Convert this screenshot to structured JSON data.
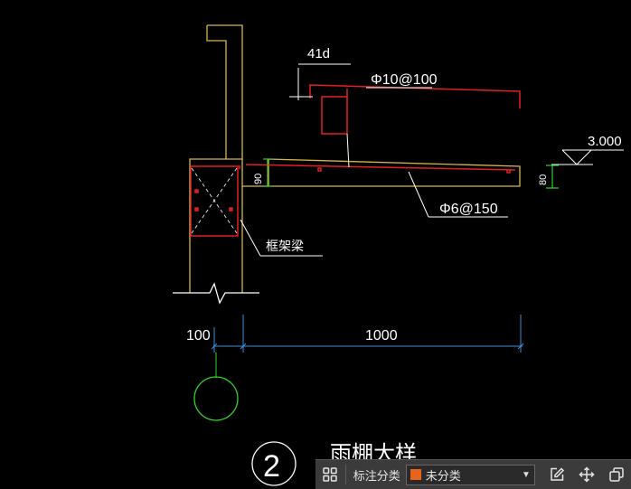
{
  "drawing": {
    "anchor_dim": "41d",
    "top_rebar": "Φ10@100",
    "bottom_rebar": "Φ6@150",
    "elevation": "3.000",
    "root_thickness": "90",
    "tip_thickness": "80",
    "beam_label": "框架梁",
    "dim_wall": "100",
    "dim_canopy": "1000",
    "detail_number": "2",
    "detail_title": "雨棚大样"
  },
  "toolbar": {
    "grid_icon": "grid-icon",
    "label": "标注分类",
    "category_value": "未分类",
    "category_color": "#e8641a",
    "edit_icon": "edit-icon",
    "move_icon": "move-icon",
    "copy_icon": "copy-icon"
  },
  "colors": {
    "wall": "#d6b74a",
    "rebar": "#e02020",
    "dimension": "#3d8fd6",
    "marker": "#2fd22f"
  }
}
